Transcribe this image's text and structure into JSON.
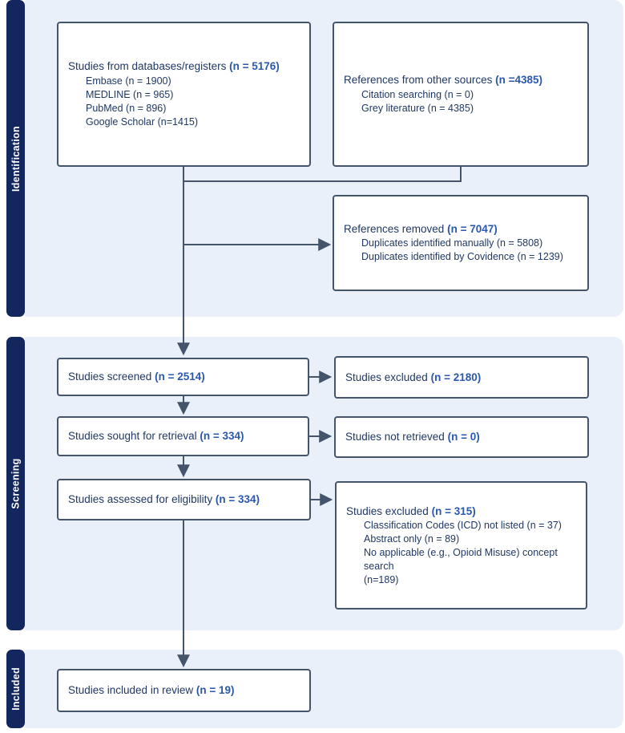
{
  "colors": {
    "navy": "#14265E",
    "panel": "#E9F0FA",
    "line": "#44546A",
    "text": "#1F3864",
    "count": "#2A58AD",
    "box-bg": "#FFFFFF"
  },
  "sections": [
    {
      "label": "Identification"
    },
    {
      "label": "Screening"
    },
    {
      "label": "Included"
    }
  ],
  "boxes": {
    "databases": {
      "title": "Studies from databases/registers",
      "count": "(n = 5176)",
      "items": [
        "Embase (n = 1900)",
        "MEDLINE (n = 965)",
        "PubMed (n = 896)",
        "Google Scholar (n=1415)"
      ]
    },
    "other_sources": {
      "title": "References from other sources",
      "count": "(n =4385)",
      "items": [
        "Citation searching (n = 0)",
        "Grey literature (n = 4385)"
      ]
    },
    "removed": {
      "title": "References removed",
      "count": "(n = 7047)",
      "items": [
        "Duplicates identified manually (n = 5808)",
        "Duplicates identified by Covidence (n = 1239)"
      ]
    },
    "screened": {
      "title": "Studies screened",
      "count": "(n = 2514)"
    },
    "excluded_screening": {
      "title": "Studies excluded",
      "count": "(n = 2180)"
    },
    "sought": {
      "title": "Studies sought for retrieval",
      "count": "(n = 334)"
    },
    "not_retrieved": {
      "title": "Studies not retrieved",
      "count": "(n = 0)"
    },
    "eligibility": {
      "title": "Studies assessed for eligibility",
      "count": "(n = 334)"
    },
    "excluded_eligibility": {
      "title": "Studies excluded",
      "count": "(n = 315)",
      "items": [
        "Classification Codes (ICD) not listed (n = 37)",
        "Abstract only (n = 89)",
        "No applicable (e.g., Opioid Misuse) concept search\n(n=189)"
      ]
    },
    "included": {
      "title": "Studies included in review",
      "count": "(n = 19)"
    }
  }
}
